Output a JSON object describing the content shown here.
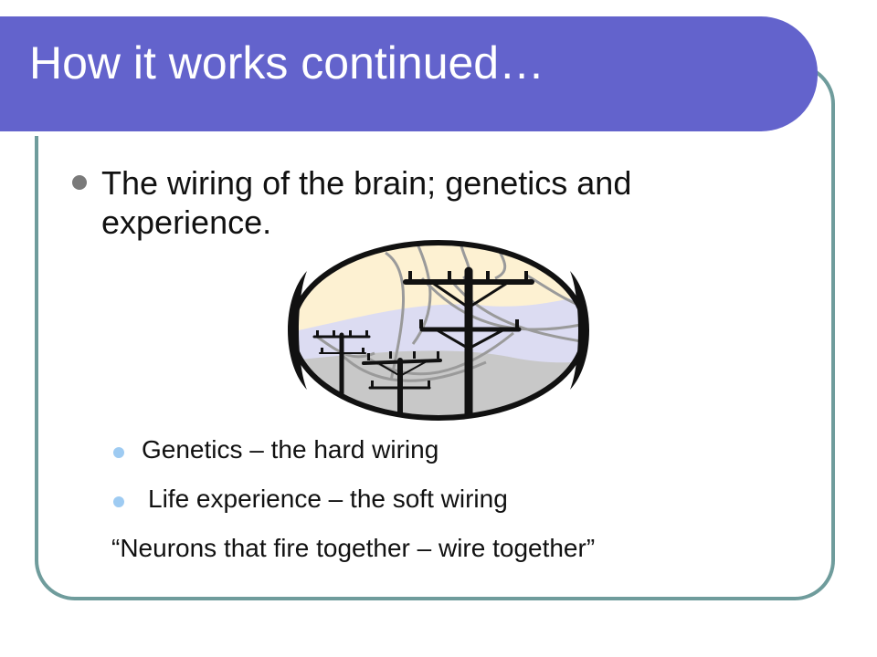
{
  "slide": {
    "title": "How it works continued…",
    "bullet": "The wiring of the brain; genetics and experience.",
    "sub_bullets": [
      "Genetics – the hard wiring",
      "Life experience – the soft wiring"
    ],
    "quote": "“Neurons that fire together – wire together”",
    "image": "power-lines-clipart"
  },
  "colors": {
    "title_bar": "#6363cc",
    "frame_border": "#6f9c9c",
    "main_bullet": "#7a7a7a",
    "sub_bullet": "#9ecbf2"
  }
}
